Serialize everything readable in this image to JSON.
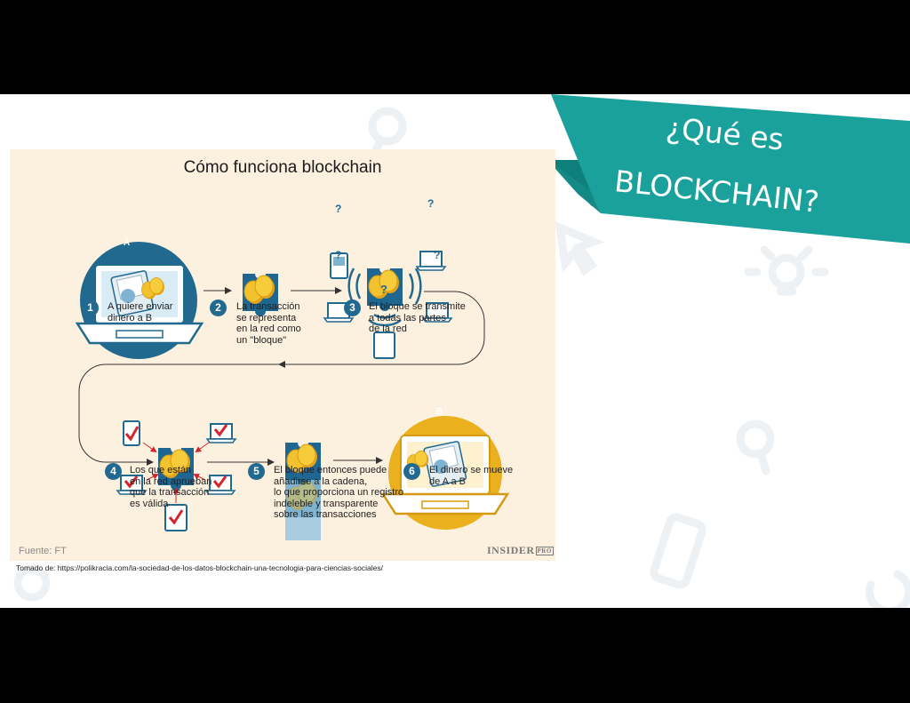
{
  "slide": {
    "title_line1": "¿Qué es",
    "title_line2": "BLOCKCHAIN?",
    "caption": "Tomado de: https://polikracia.com/la-sociedad-de-los-datos-blockchain-una-tecnologia-para-ciencias-sociales/"
  },
  "infographic": {
    "title": "Cómo funciona blockchain",
    "steps": [
      {
        "number": "1",
        "text": "A quiere enviar\ndinero a B"
      },
      {
        "number": "2",
        "text": "La transacción\nse representa\nen la red como\nun \"bloque\""
      },
      {
        "number": "3",
        "text": "El bloque se transmite\na todas las partes\nde la red"
      },
      {
        "number": "4",
        "text": "Los que están\nen la red aprueban\nque la transacción\nes válida"
      },
      {
        "number": "5",
        "text": "El bloque entonces puede\nañadirse a la cadena,\nlo que proporciona un registro\nindeleble y transparente\nsobre las transacciones"
      },
      {
        "number": "6",
        "text": "El dinero se mueve\nde A a B"
      }
    ],
    "laptop_a_letter": "A",
    "laptop_b_letter": "B",
    "unknown_node_mark": "?",
    "source": "Fuente: FT",
    "brand": "INSIDER",
    "brand_sup": "PRO"
  },
  "colors": {
    "teal_banner": "#1aa19b",
    "teal_banner_dark": "#138a85",
    "infographic_bg": "#fcf0df",
    "navy": "#22698f",
    "blue_light": "#7fb3cf",
    "gold": "#eab01e",
    "coin": "#f2c12e",
    "check_red": "#d3262b",
    "arrow_gray": "#333333",
    "bg_icon": "#eef1f4"
  }
}
